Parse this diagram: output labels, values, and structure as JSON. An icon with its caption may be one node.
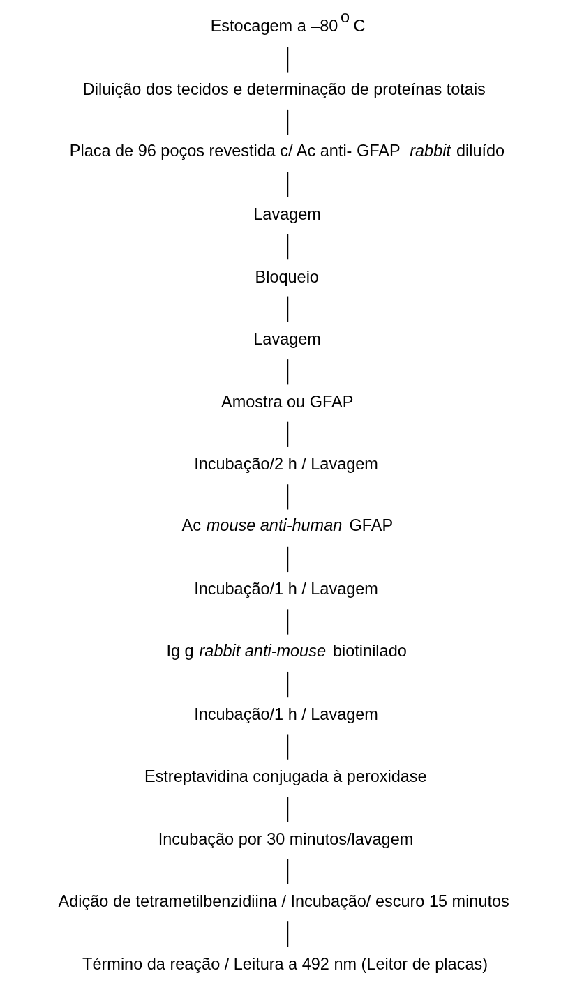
{
  "diagram": {
    "nodes": [
      {
        "text": [
          "Estocagem a –80$^{o}$ C"
        ]
      },
      {
        "text": [
          "Diluição dos tecidos e determinação de proteínas totais"
        ]
      },
      {
        "text": [
          "Placa de 96 poços revestida c/ Ac anti- GFAP *rabbit* diluído"
        ]
      },
      {
        "text": [
          "Lavagem"
        ]
      },
      {
        "text": [
          "Bloqueio"
        ]
      },
      {
        "text": [
          "Lavagem"
        ]
      },
      {
        "text": [
          "Amostra ou GFAP"
        ]
      },
      {
        "text": [
          "Incubação/2 h / Lavagem"
        ]
      },
      {
        "text": [
          "Ac *mouse anti-human* GFAP"
        ]
      },
      {
        "text": [
          "Incubação/1 h / Lavagem"
        ]
      },
      {
        "text": [
          "Ig g *rabbit anti-mouse* biotinilado"
        ]
      },
      {
        "text": [
          "Incubação/1 h / Lavagem"
        ]
      },
      {
        "text": [
          "Estreptavidina conjugada à peroxidase"
        ]
      },
      {
        "text": [
          "Incubação por 30 minutos/lavagem"
        ]
      },
      {
        "text": [
          "Adição de tetrametilbenzidiina / Incubação/ escuro 15 minutos"
        ]
      },
      {
        "text": [
          "Término da reação / Leitura a 492 nm (Leitor de placas)"
        ]
      }
    ],
    "edges": [
      {
        "from": 0,
        "to": 1,
        "arrow": "none"
      },
      {
        "from": 1,
        "to": 2,
        "arrow": "none"
      },
      {
        "from": 2,
        "to": 3,
        "arrow": "none"
      },
      {
        "from": 3,
        "to": 4,
        "arrow": "none"
      },
      {
        "from": 4,
        "to": 5,
        "arrow": "none"
      },
      {
        "from": 5,
        "to": 6,
        "arrow": "none"
      },
      {
        "from": 6,
        "to": 7,
        "arrow": "none"
      },
      {
        "from": 7,
        "to": 8,
        "arrow": "none"
      },
      {
        "from": 8,
        "to": 9,
        "arrow": "none"
      },
      {
        "from": 9,
        "to": 10,
        "arrow": "none"
      },
      {
        "from": 10,
        "to": 11,
        "arrow": "none"
      },
      {
        "from": 11,
        "to": 12,
        "arrow": "none"
      },
      {
        "from": 12,
        "to": 13,
        "arrow": "none"
      },
      {
        "from": 13,
        "to": 14,
        "arrow": "none"
      },
      {
        "from": 14,
        "to": 15,
        "arrow": "none"
      }
    ]
  }
}
